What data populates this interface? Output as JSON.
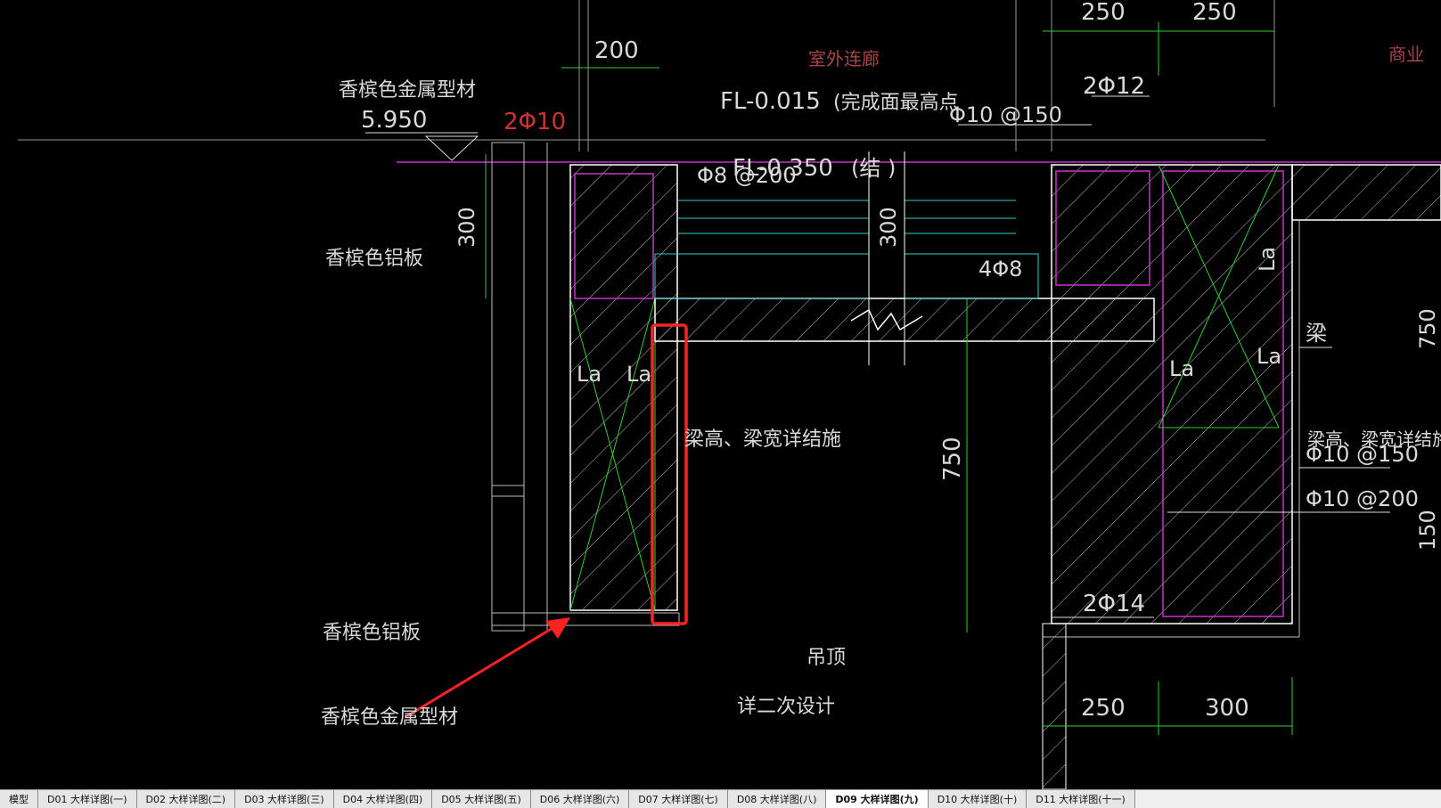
{
  "drawing": {
    "colors": {
      "background": "#000000",
      "concrete_outline": "#ffffff",
      "rebar": "#cc33cc",
      "dimension": "#33cc33",
      "finish": "#33cccc",
      "note_red": "#cc3333",
      "highlight": "#ff2222"
    },
    "labels": {
      "dim_200": "200",
      "corridor": "室外连廊",
      "fl_level": "FL-0.015",
      "finish_note": "(完成面最高点",
      "metal_profile_top": "香槟色金属型材",
      "elev_5950": "5.950",
      "rebar_2phi10": "2Φ10",
      "phi8_200": "Φ8 @200",
      "fl_level_2": "FL-0.350",
      "struct_note": "(结 )",
      "dim_300_left": "300",
      "aluminum_top": "香槟色铝板",
      "dim_300_mid": "300",
      "la_1": "La",
      "la_2": "La",
      "beam_note_left": "梁高、梁宽详结施",
      "dim_750": "750",
      "aluminum_bottom": "香槟色铝板",
      "ceiling": "吊顶",
      "secondary_design": "详二次设计",
      "metal_profile_bottom": "香槟色金属型材",
      "dim_250_top_a": "250",
      "dim_250_top_b": "250",
      "rebar_2phi12": "2Φ12",
      "phi10_150_top": "Φ10 @150",
      "rebar_4phi8": "4Φ8",
      "commercial": "商业",
      "beam_label": "梁",
      "la_3": "La",
      "la_4": "La",
      "beam_note_right": "梁高、梁宽详结施",
      "phi10_150_right": "Φ10 @150",
      "phi10_200": "Φ10 @200",
      "rebar_2phi14": "2Φ14",
      "dim_250_bottom": "250",
      "dim_300_bottom": "300",
      "dim_750_right": "750",
      "dim_150_right": "150",
      "la_5": "La"
    }
  },
  "tabs": [
    {
      "label": "模型",
      "active": false
    },
    {
      "label": "D01 大样详图(一)",
      "active": false
    },
    {
      "label": "D02 大样详图(二)",
      "active": false
    },
    {
      "label": "D03 大样详图(三)",
      "active": false
    },
    {
      "label": "D04 大样详图(四)",
      "active": false
    },
    {
      "label": "D05 大样详图(五)",
      "active": false
    },
    {
      "label": "D06 大样详图(六)",
      "active": false
    },
    {
      "label": "D07 大样详图(七)",
      "active": false
    },
    {
      "label": "D08 大样详图(八)",
      "active": false
    },
    {
      "label": "D09 大样详图(九)",
      "active": true
    },
    {
      "label": "D10 大样详图(十)",
      "active": false
    },
    {
      "label": "D11 大样详图(十一)",
      "active": false
    }
  ]
}
